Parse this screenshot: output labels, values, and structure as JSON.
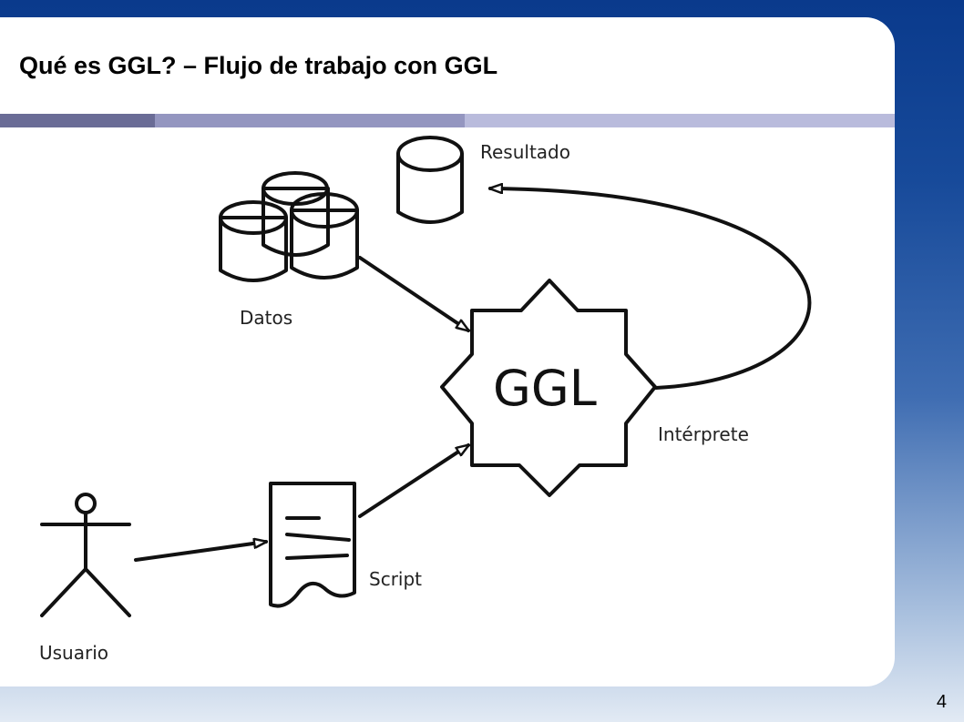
{
  "slide": {
    "title": "Qué es GGL? – Flujo de trabajo con GGL",
    "page_number": "4"
  },
  "diagram": {
    "nodes": {
      "resultado": "Resultado",
      "datos": "Datos",
      "ggl": "GGL",
      "interprete": "Intérprete",
      "script": "Script",
      "usuario": "Usuario"
    },
    "icons": {
      "resultado": "database-icon",
      "datos": "databases-icon",
      "ggl": "star-burst-shape",
      "script": "document-icon",
      "usuario": "actor-stick-figure-icon"
    }
  }
}
